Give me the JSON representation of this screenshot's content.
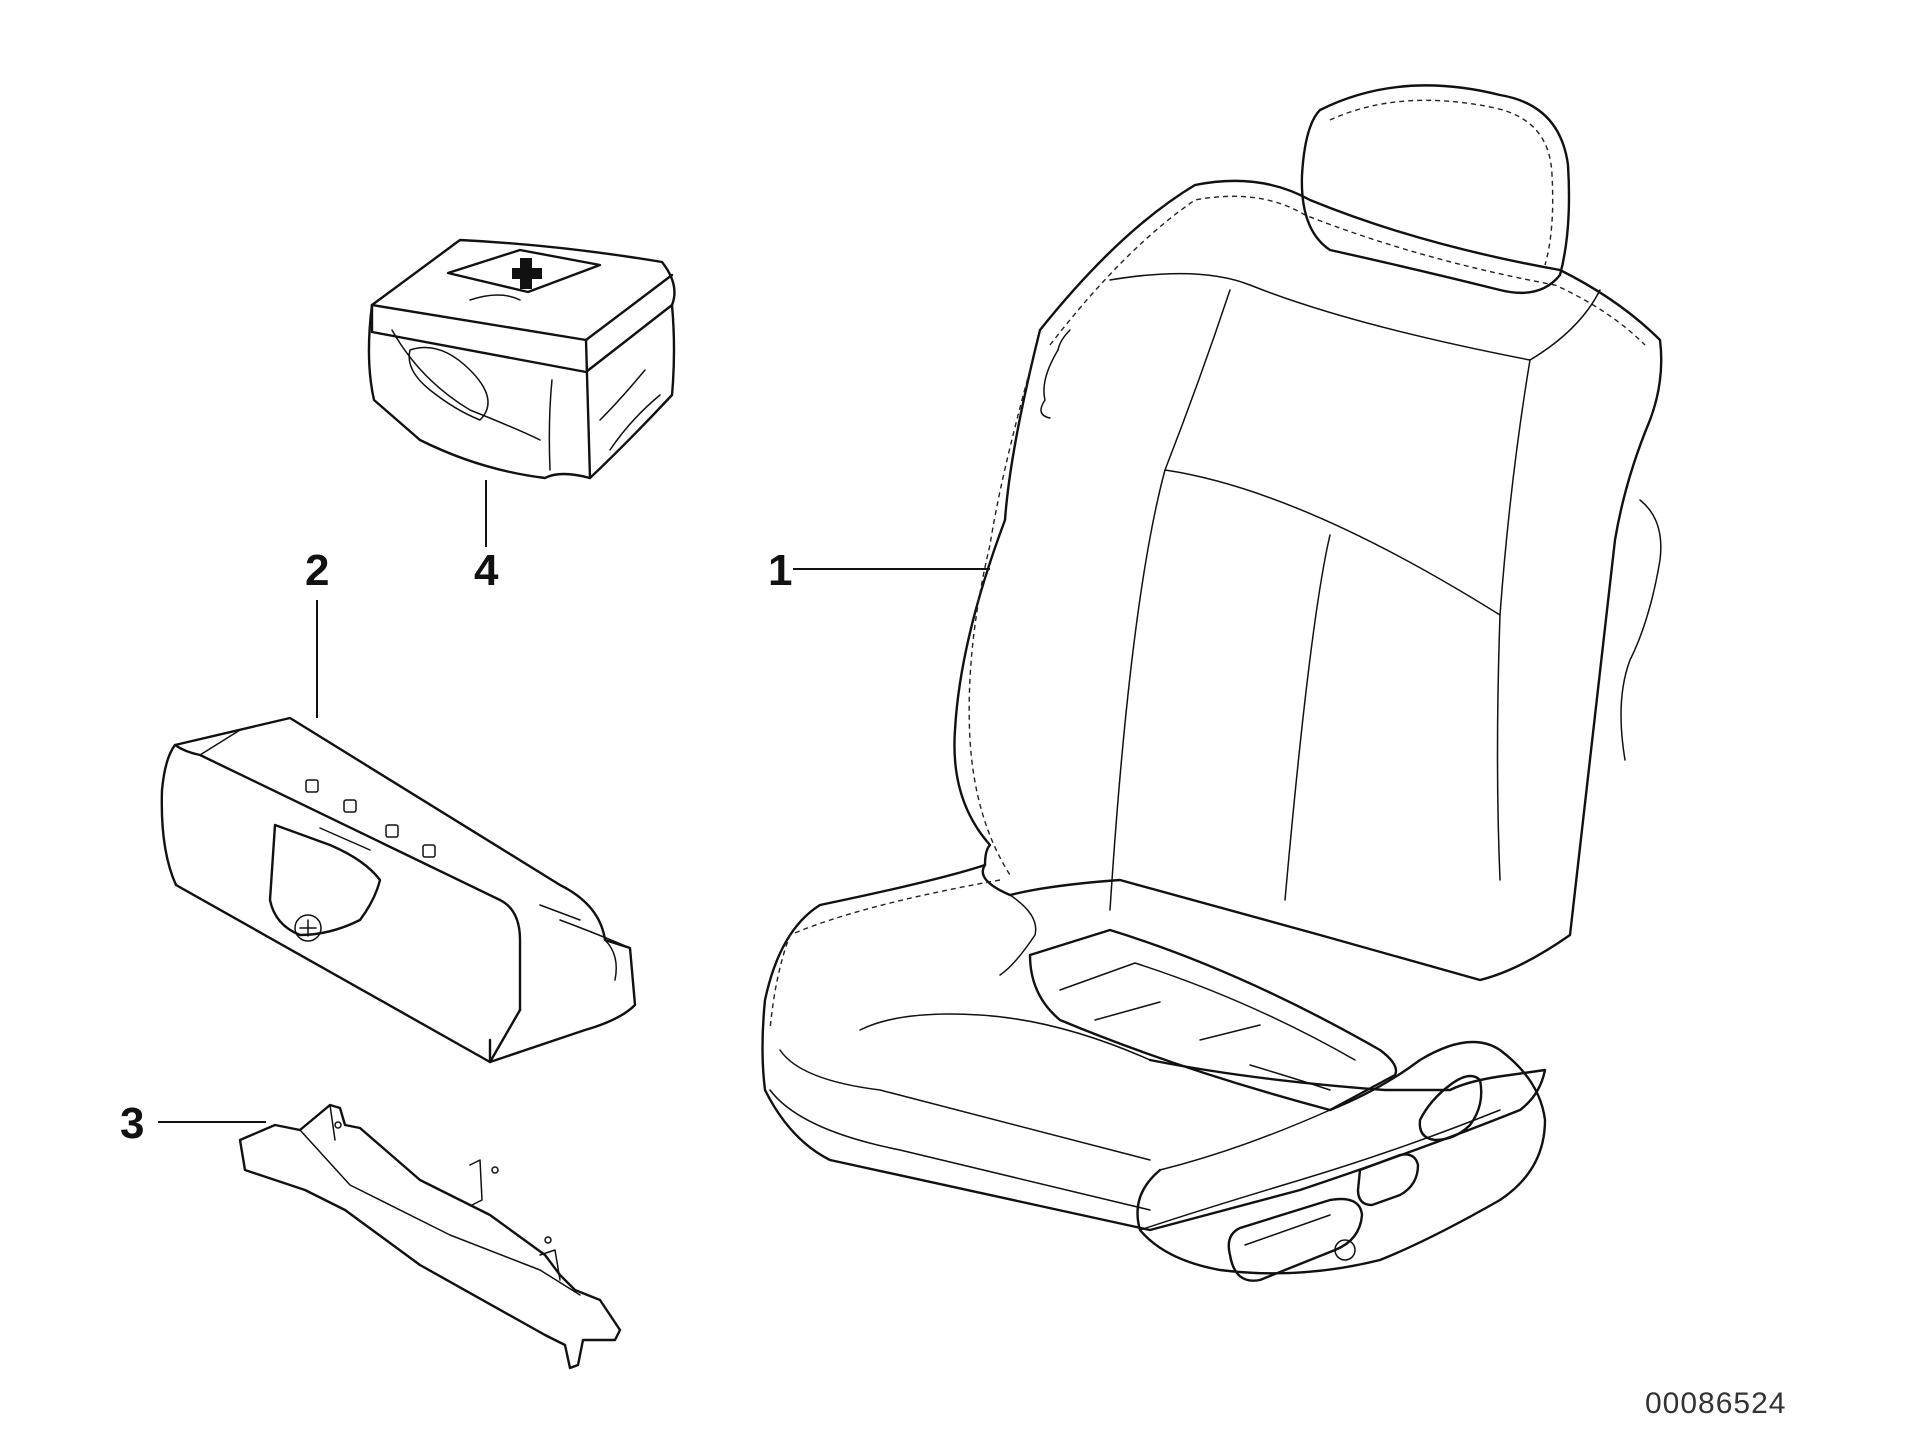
{
  "diagram": {
    "document_number": "00086524",
    "callouts": [
      {
        "id": "1",
        "label": "1"
      },
      {
        "id": "2",
        "label": "2"
      },
      {
        "id": "3",
        "label": "3"
      },
      {
        "id": "4",
        "label": "4"
      }
    ]
  }
}
